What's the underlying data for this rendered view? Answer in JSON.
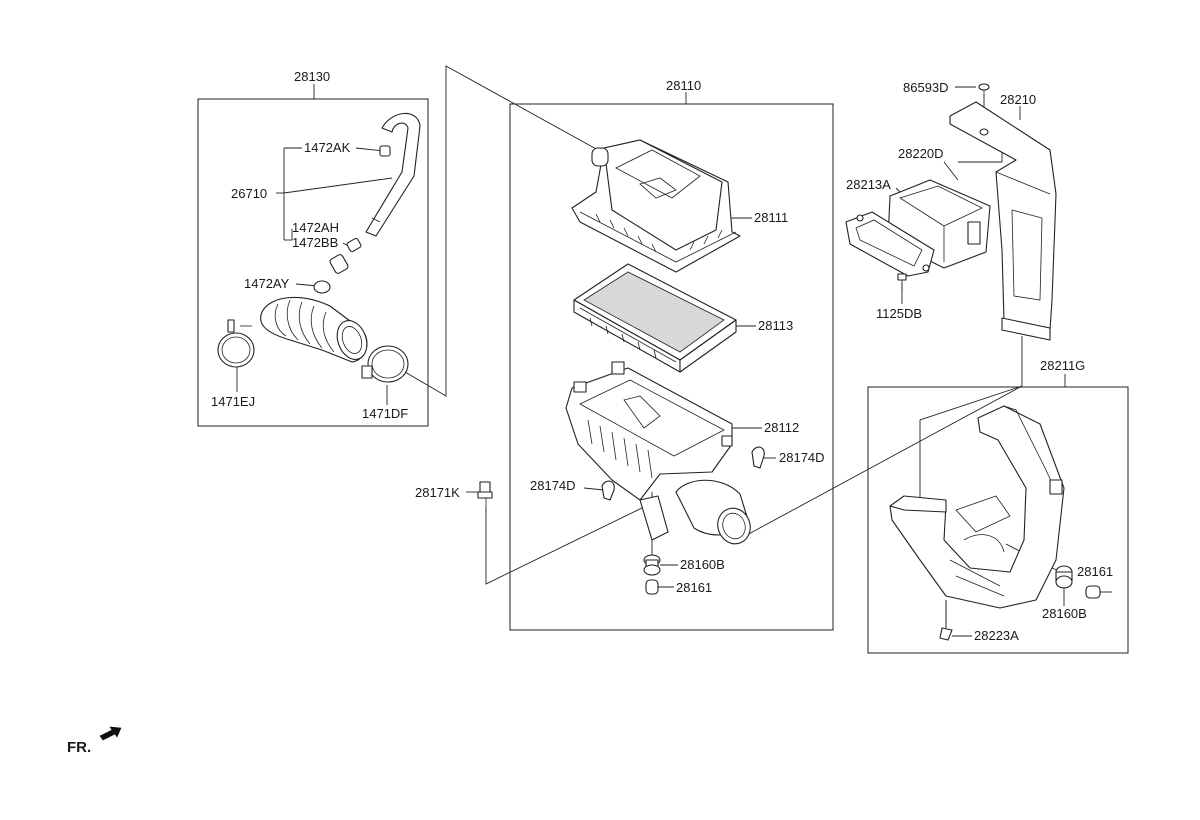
{
  "callouts": {
    "c28130": "28130",
    "c1472AK": "1472AK",
    "c26710": "26710",
    "c1472AH": "1472AH",
    "c1472BB": "1472BB",
    "c1472AY": "1472AY",
    "c1471EJ": "1471EJ",
    "c1471DF": "1471DF",
    "c28110": "28110",
    "c28111": "28111",
    "c28113": "28113",
    "c28112": "28112",
    "c28174D_right": "28174D",
    "c28174D_left": "28174D",
    "c28171K": "28171K",
    "c28160B_center": "28160B",
    "c28161_center": "28161",
    "c86593D": "86593D",
    "c28210": "28210",
    "c28220D": "28220D",
    "c28213A": "28213A",
    "c1125DB": "1125DB",
    "c28211G": "28211G",
    "c28161_right": "28161",
    "c28160B_right": "28160B",
    "c28223A": "28223A"
  },
  "direction_marker": {
    "label": "FR.",
    "icon": "front-arrow-icon"
  }
}
